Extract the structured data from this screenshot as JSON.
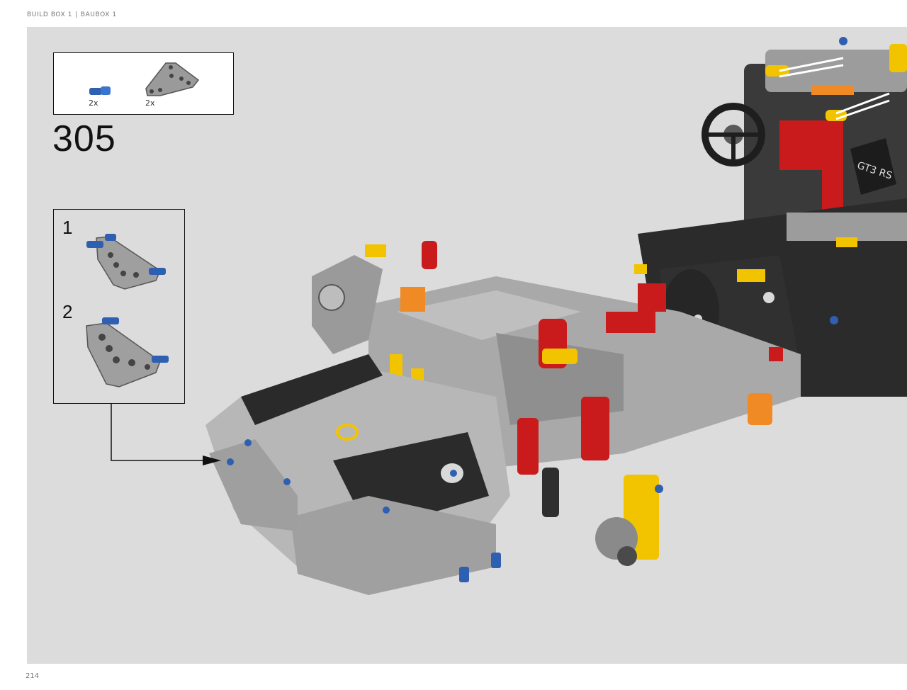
{
  "header": {
    "left": "BUILD BOX 1",
    "separator": "|",
    "right": "BAUBOX 1"
  },
  "page_number": "214",
  "step": {
    "number": "305"
  },
  "parts": [
    {
      "icon": "blue-axle-pin-icon",
      "qty": "2x"
    },
    {
      "icon": "gray-triangle-beam-icon",
      "qty": "2x"
    }
  ],
  "substeps": [
    {
      "label": "1"
    },
    {
      "label": "2"
    }
  ],
  "model": {
    "badge_text": "GT3 RS",
    "icon": "car-chassis-assembly-icon"
  },
  "colors": {
    "background": "#dcdcdc",
    "technic_blue": "#2f5fb0",
    "technic_gray": "#a9a9a9",
    "technic_black": "#262626",
    "technic_red": "#d11a1a",
    "technic_yellow": "#f2c400",
    "technic_orange": "#f08a24"
  }
}
